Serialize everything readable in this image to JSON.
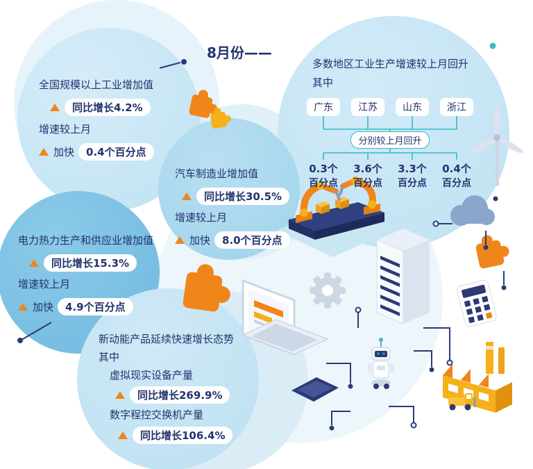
{
  "title": "8月份——",
  "national": {
    "line1": "全国规模以上工业增加值",
    "stat1": "同比增长4.2%",
    "line2": "增速较上月",
    "accel": "加快",
    "stat2": "0.4个百分点"
  },
  "regions": {
    "title": "多数地区工业生产增速较上月回升",
    "among": "其中",
    "provinces": [
      "广东",
      "江苏",
      "山东",
      "浙江"
    ],
    "connector": "分别较上月回升",
    "value_nums": [
      "0.3个",
      "3.6个",
      "3.3个",
      "0.4个"
    ],
    "value_unit": "百分点"
  },
  "auto": {
    "line1": "汽车制造业增加值",
    "stat1": "同比增长30.5%",
    "line2": "增速较上月",
    "accel": "加快",
    "stat2": "8.0个百分点"
  },
  "power": {
    "line1": "电力热力生产和供应业增加值",
    "stat1": "同比增长15.3%",
    "line2": "增速较上月",
    "accel": "加快",
    "stat2": "4.9个百分点"
  },
  "newprod": {
    "line1": "新动能产品延续快速增长态势",
    "among": "其中",
    "item1": "虚拟现实设备产量",
    "stat1": "同比增长269.9%",
    "item2": "数字程控交换机产量",
    "stat2": "同比增长106.4%"
  },
  "colors": {
    "navy": "#22336e",
    "orange": "#f08519",
    "yellow": "#f5b01a",
    "teal": "#35b9c6",
    "light_blue": "#c8e6f5",
    "mid_blue": "#a9d8ee",
    "dark_blue": "#7fc2e4"
  }
}
